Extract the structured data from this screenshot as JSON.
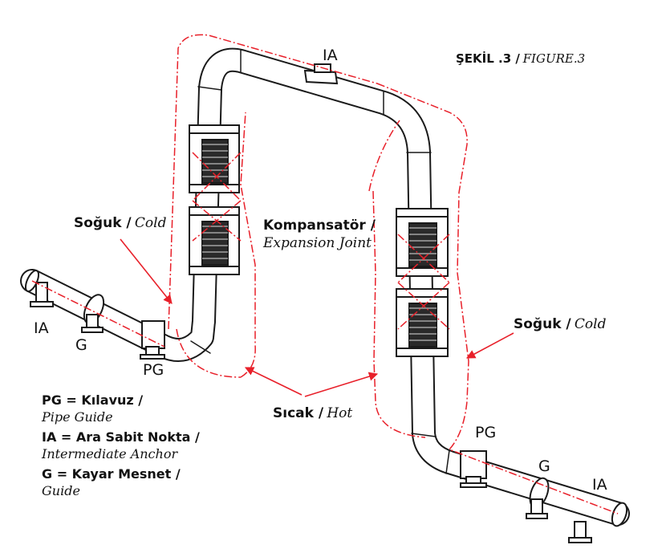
{
  "figure": {
    "title_tr": "ŞEKİL .3 /",
    "title_en": "FIGURE.3"
  },
  "labels": {
    "ia_top": "IA",
    "ia_left": "IA",
    "g_left": "G",
    "pg_left": "PG",
    "pg_right": "PG",
    "g_right": "G",
    "ia_right": "IA",
    "cold_left_tr": "Soğuk /",
    "cold_left_en": "Cold",
    "cold_right_tr": "Soğuk /",
    "cold_right_en": "Cold",
    "joint_tr": "Kompansatör /",
    "joint_en": "Expansion Joint",
    "hot_tr": "Sıcak /",
    "hot_en": "Hot"
  },
  "legend": [
    {
      "tr": "PG = Kılavuz /",
      "en": "Pipe Guide"
    },
    {
      "tr": "IA = Ara Sabit Nokta /",
      "en": "Intermediate Anchor"
    },
    {
      "tr": "G = Kayar Mesnet /",
      "en": "Guide"
    }
  ],
  "colors": {
    "hot_line": "#e8202a",
    "pipe_outline": "#1a1a1a"
  }
}
